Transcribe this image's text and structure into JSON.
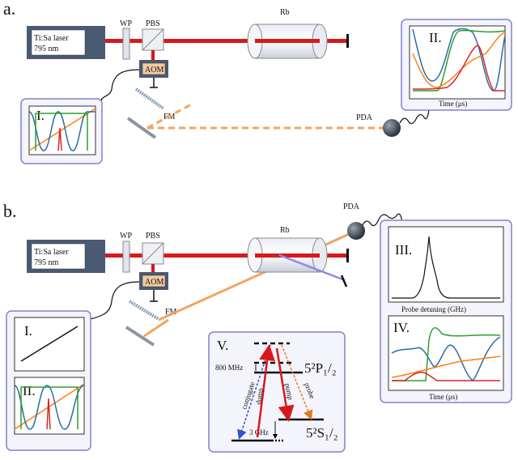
{
  "panel_a": {
    "letter": "a.",
    "laser_line1": "Ti:Sa laser",
    "laser_line2": "795 nm",
    "wp": "WP",
    "pbs": "PBS",
    "aom": "AOM",
    "fm": "FM",
    "rb": "Rb",
    "pda": "PDA",
    "inset_I": "I.",
    "inset_II": "II.",
    "inset_II_xlabel": "Time (μs)"
  },
  "panel_b": {
    "letter": "b.",
    "laser_line1": "Ti:Sa laser",
    "laser_line2": "795 nm",
    "wp": "WP",
    "pbs": "PBS",
    "aom": "AOM",
    "fm": "FM",
    "rb": "Rb",
    "pda": "PDA",
    "inset_I": "I.",
    "inset_II": "II.",
    "inset_III": "III.",
    "inset_III_xlabel": "Probe detuning (GHz)",
    "inset_IV": "IV.",
    "inset_IV_xlabel": "Time (μs)",
    "level_V": "V.",
    "mhz": "800 MHz",
    "ghz": "3 GHz",
    "upper_state": "5²P₁/₂",
    "lower_state": "5²S₁/₂",
    "conjugate": "conjugate",
    "dump": "dump",
    "pump": "pump",
    "probe": "probe"
  },
  "colors": {
    "beam_red": "#d7191c",
    "beam_orange": "#f4a460",
    "inset_border": "#8080d0",
    "inset_bg": "#f4f4fc",
    "laser_body": "#4a5a73",
    "aom_fill": "#f3c9a0",
    "trace_blue": "#2b6ca3",
    "trace_green": "#2ca02c",
    "trace_orange": "#ff7f0e",
    "trace_red": "#d62728"
  }
}
